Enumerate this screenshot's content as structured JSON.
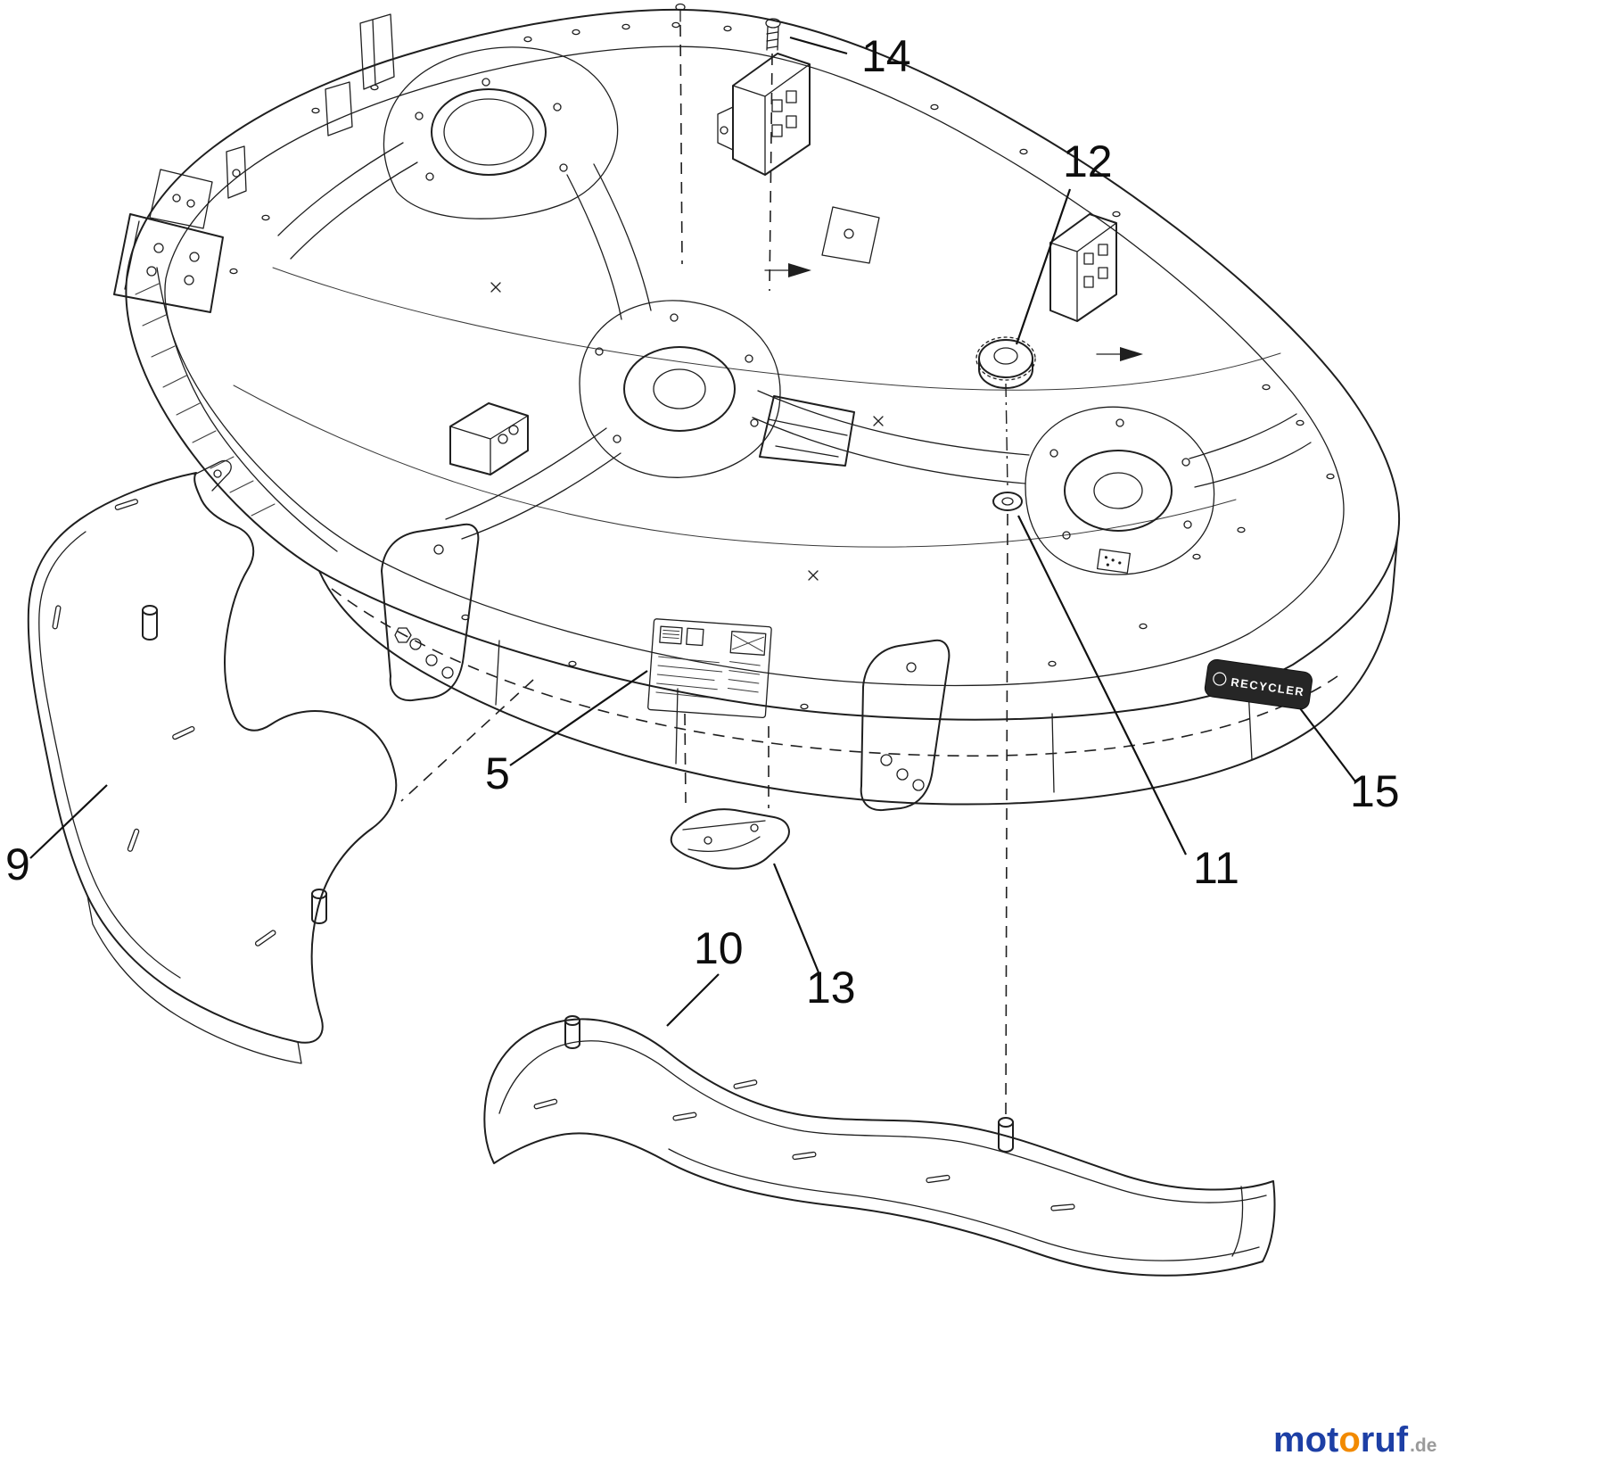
{
  "page": {
    "background_color": "#ffffff"
  },
  "diagram": {
    "description": "Exploded parts diagram of a riding mower 50 inch recycler cutting deck assembly"
  },
  "callouts": {
    "part5": "5",
    "part9": "9",
    "part10": "10",
    "part11": "11",
    "part12": "12",
    "part13": "13",
    "part14": "14",
    "part15": "15"
  },
  "decals": {
    "recycler": "RECYCLER"
  },
  "watermark": {
    "prefix": "mot",
    "accent": "o",
    "suffix": "ruf",
    "domain": ".de",
    "brand_blue": "#1d3fa5",
    "brand_orange": "#f28a00",
    "domain_gray": "#9a9a9a"
  }
}
